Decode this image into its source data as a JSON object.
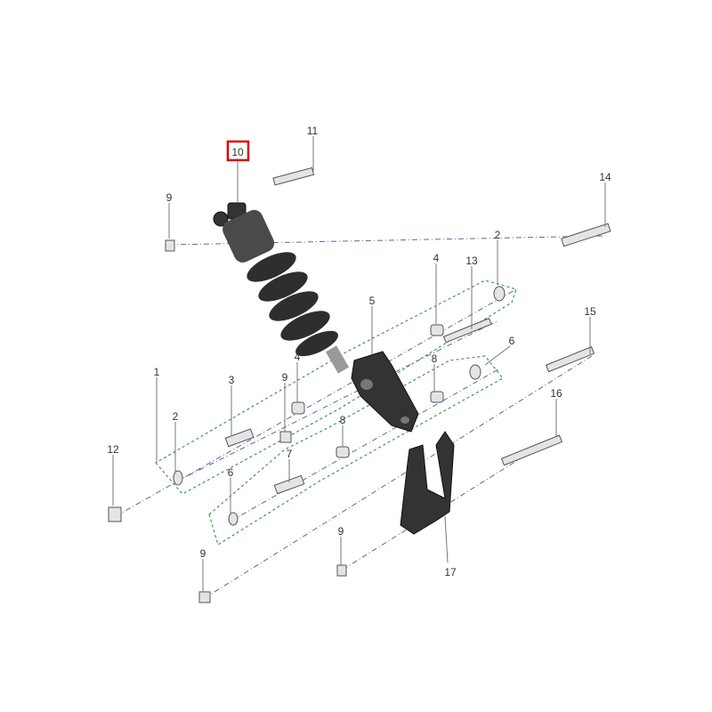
{
  "diagram": {
    "title": "Rear shock absorber and linkage exploded view",
    "highlight_color": "#e00000",
    "highlighted_part": "10",
    "callouts": [
      "10",
      "11",
      "9",
      "14",
      "2",
      "4",
      "13",
      "5",
      "15",
      "6",
      "8",
      "4",
      "9",
      "3",
      "1",
      "2",
      "8",
      "7",
      "16",
      "12",
      "6",
      "9",
      "9",
      "17"
    ]
  }
}
